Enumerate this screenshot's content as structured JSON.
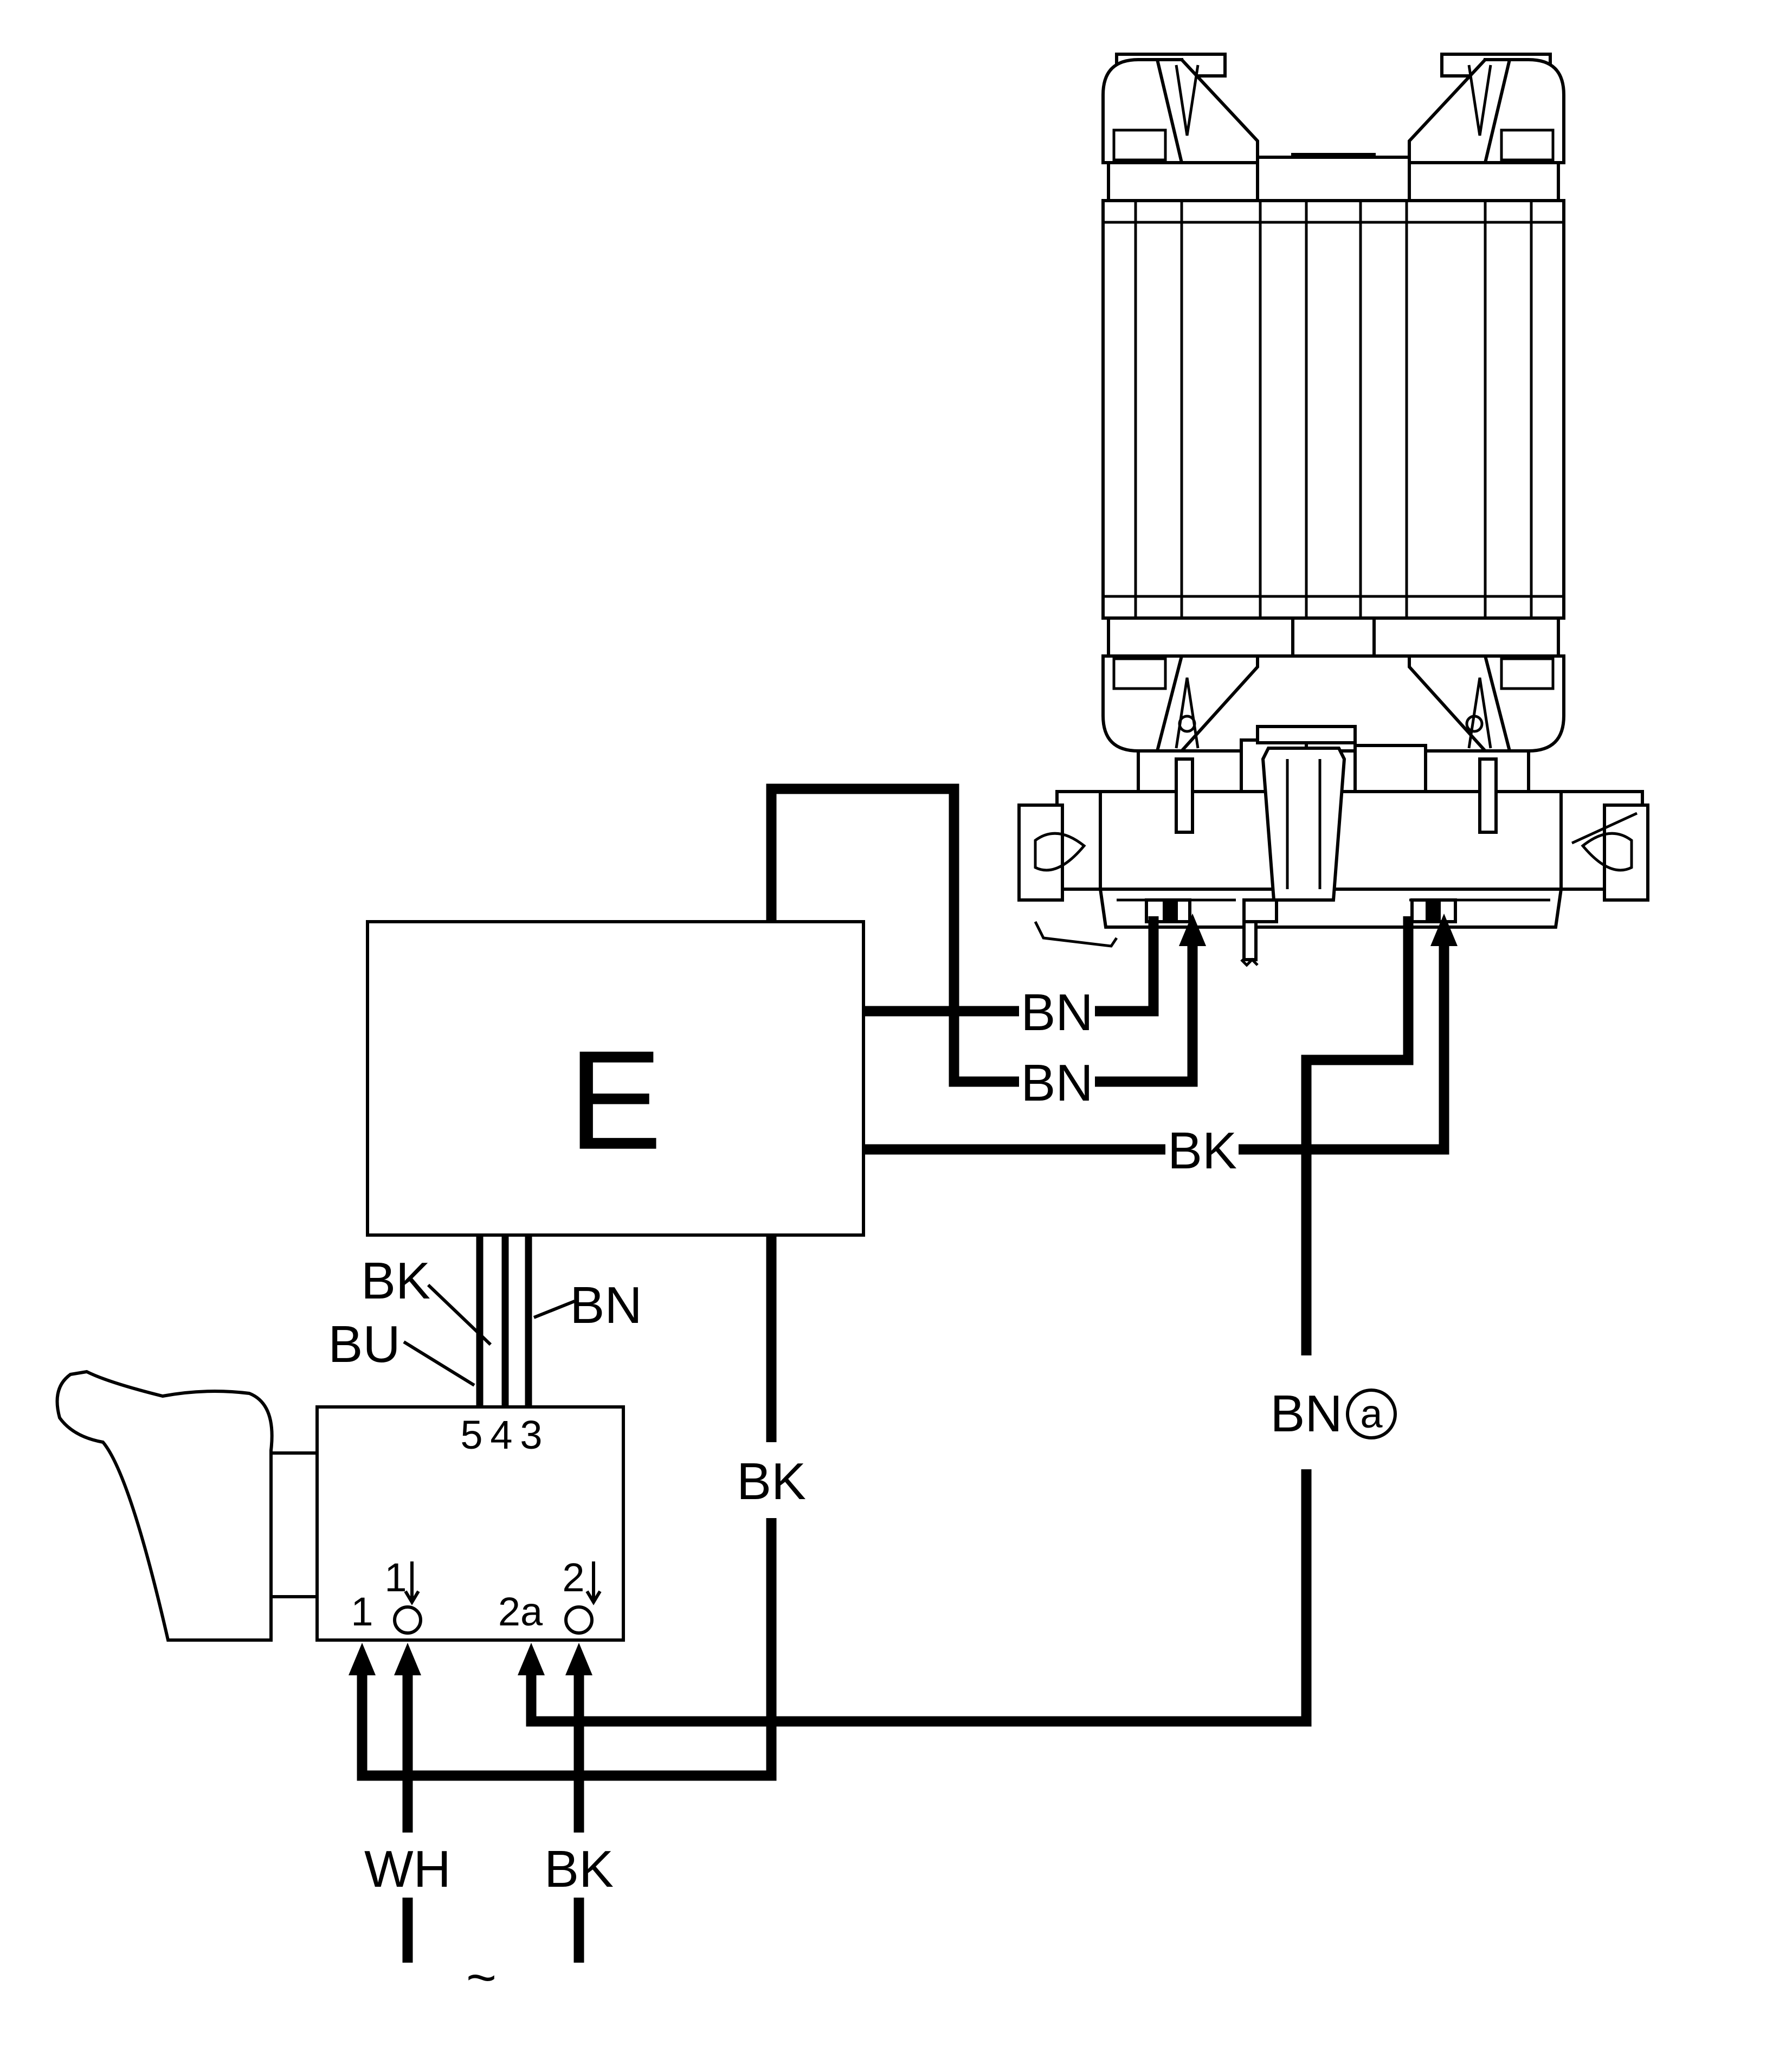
{
  "diagram": {
    "electronics_box_label": "E",
    "wire_labels": {
      "motor_bn_upper": "BN",
      "motor_bn_lower": "BN",
      "motor_bk": "BK",
      "bundle_bk": "BK",
      "bundle_bu": "BU",
      "bundle_bn": "BN",
      "vertical_bk": "BK",
      "return_bn": "BN",
      "return_bn_marker": "a",
      "supply_wh": "WH",
      "supply_bk": "BK",
      "ac_symbol": "~"
    },
    "switch_terminals": {
      "t5": "5",
      "t4": "4",
      "t3": "3",
      "t1": "1",
      "t1_out": "1",
      "t2a": "2a",
      "t2_out": "2"
    },
    "components": [
      "electronics-module",
      "trigger-switch",
      "motor"
    ]
  }
}
